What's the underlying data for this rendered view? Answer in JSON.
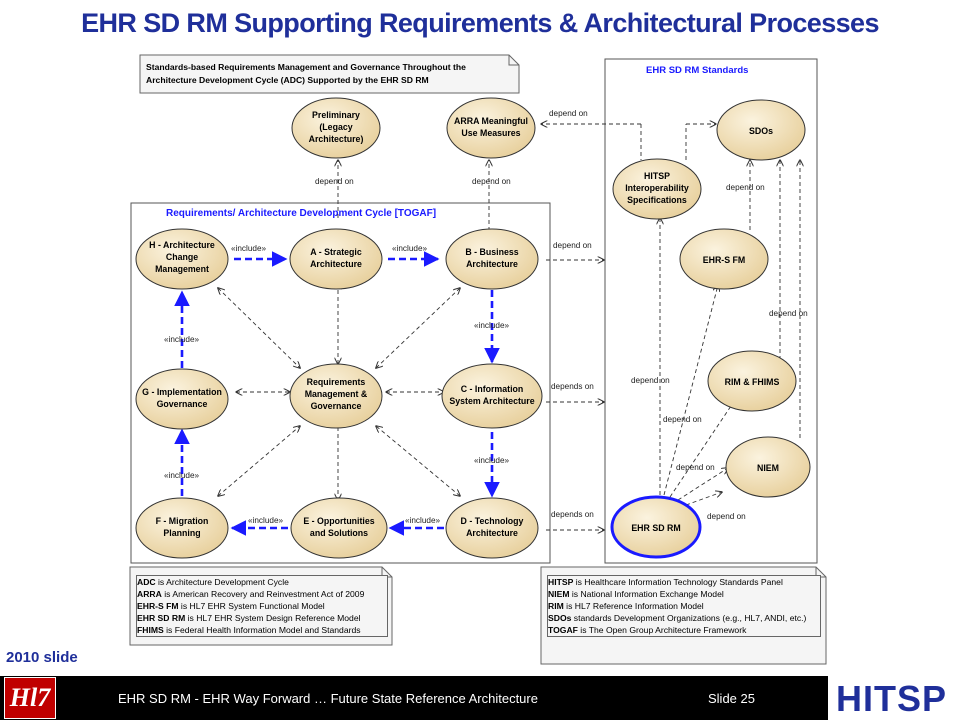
{
  "title": "EHR SD RM Supporting Requirements & Architectural Processes",
  "top_note": [
    "Standards-based Requirements Management and Governance Throughout the",
    "Architecture Development Cycle (ADC) Supported by the  EHR SD RM"
  ],
  "cycle_frame_title": "Requirements/ Architecture Development Cycle [TOGAF]",
  "standards_frame_title": "EHR SD RM Standards",
  "nodes": {
    "preliminary": [
      "Preliminary",
      "(Legacy",
      "Architecture)"
    ],
    "arra": [
      "ARRA Meaningful",
      "Use Measures"
    ],
    "h": [
      "H - Architecture",
      "Change",
      "Management"
    ],
    "a": [
      "A - Strategic",
      "Architecture"
    ],
    "b": [
      "B - Business",
      "Architecture"
    ],
    "g": [
      "G - Implementation",
      "Governance"
    ],
    "rmg": [
      "Requirements",
      "Management &",
      "Governance"
    ],
    "c": [
      "C - Information",
      "System Architecture"
    ],
    "f": [
      "F - Migration",
      "Planning"
    ],
    "e": [
      "E - Opportunities",
      "and Solutions"
    ],
    "d": [
      "D - Technology",
      "Architecture"
    ],
    "hitsp": [
      "HITSP",
      "Interoperability",
      "Specifications"
    ],
    "sdos": [
      "SDOs"
    ],
    "ehrsfm": [
      "EHR-S FM"
    ],
    "rimfhims": [
      "RIM & FHIMS"
    ],
    "niem": [
      "NIEM"
    ],
    "ehrsdrm": [
      "EHR SD RM"
    ]
  },
  "edge_labels": {
    "include": "«include»",
    "depend_on": "depend on",
    "depends_on": "depends on"
  },
  "left_legend": [
    {
      "term": "ADC",
      "desc": " is Architecture Development Cycle"
    },
    {
      "term": "ARRA",
      "desc": " is American Recovery and Reinvestment Act of 2009"
    },
    {
      "term": "EHR-S FM",
      "desc": " is HL7 EHR System Functional Model"
    },
    {
      "term": "EHR SD RM",
      "desc": " is HL7 EHR System Design Reference Model"
    },
    {
      "term": "FHIMS",
      "desc": " is Federal Health Information Model and Standards"
    }
  ],
  "right_legend": [
    {
      "term": "HITSP",
      "desc": " is Healthcare Information Technology Standards Panel"
    },
    {
      "term": "NIEM",
      "desc": " is National Information Exchange Model"
    },
    {
      "term": "RIM",
      "desc": " is HL7 Reference Information Model"
    },
    {
      "term": "SDOs",
      "desc": " standards Development Organizations (e.g., HL7, ANDI, etc.)"
    },
    {
      "term": "TOGAF",
      "desc": " is The Open Group Architecture Framework"
    }
  ],
  "slide_tag": "2010 slide",
  "footer": {
    "text": "EHR SD RM - EHR Way Forward … Future State Reference Architecture",
    "slide": "Slide 25",
    "left_logo": "Hl7",
    "right_logo": "HITSP"
  },
  "colors": {
    "title": "#1f2f9a",
    "include_arrow": "#1a1aff",
    "node_fill": "#f3e3bf",
    "footer": "#000000"
  }
}
